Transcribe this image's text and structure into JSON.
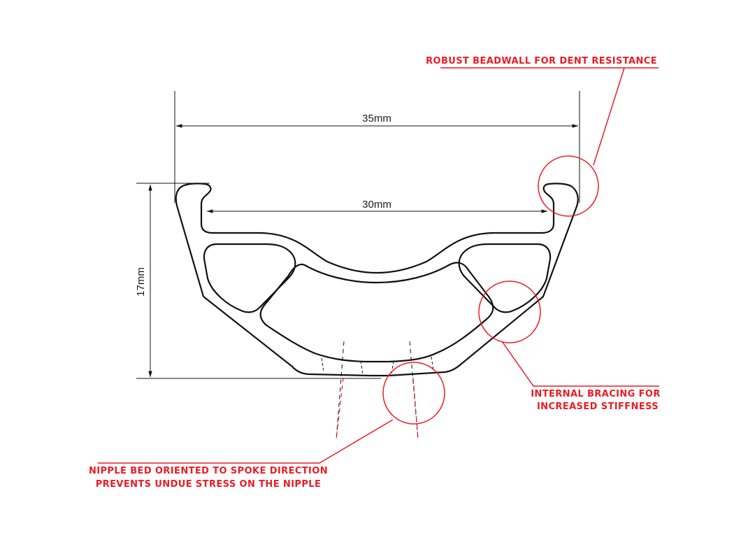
{
  "dimensions": {
    "outer_width": "35mm",
    "inner_width": "30mm",
    "height": "17mm"
  },
  "callouts": {
    "beadwall": {
      "line1": "ROBUST BEADWALL FOR DENT RESISTANCE"
    },
    "bracing": {
      "line1": "INTERNAL BRACING FOR",
      "line2": "INCREASED STIFFNESS"
    },
    "nipple": {
      "line1": "NIPPLE BED ORIENTED TO SPOKE DIRECTION",
      "line2": "PREVENTS UNDUE STRESS ON THE NIPPLE"
    }
  },
  "colors": {
    "line": "#111111",
    "accent": "#ec1c24",
    "background": "#ffffff"
  }
}
